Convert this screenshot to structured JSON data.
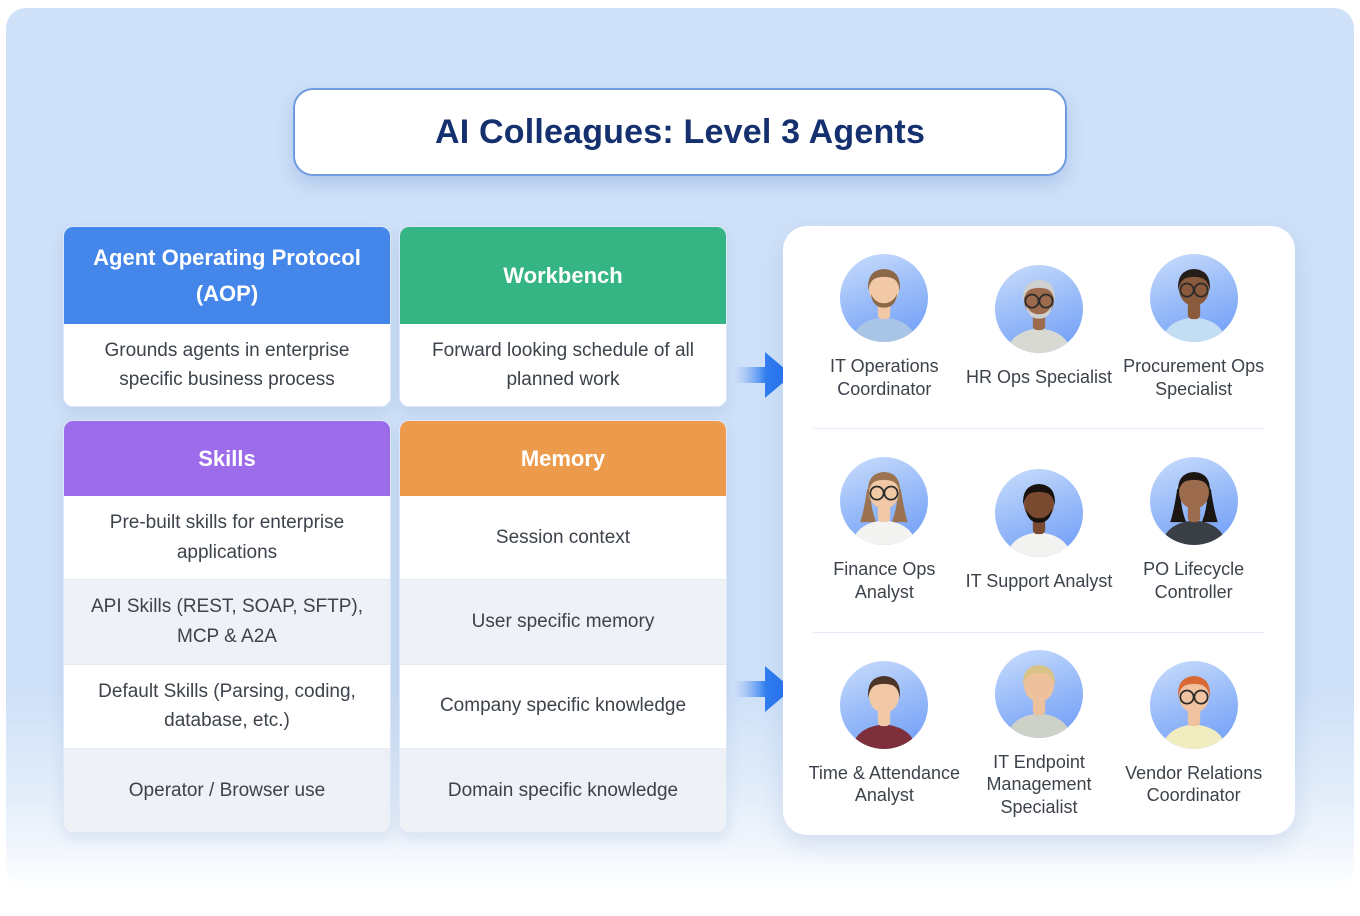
{
  "title": {
    "text": "AI Colleagues: Level 3 Agents"
  },
  "cards": [
    {
      "id": "aop",
      "header": "Agent Operating Protocol (AOP)",
      "header_color": "#4486E9",
      "rows": [
        "Grounds agents in enterprise specific business process"
      ]
    },
    {
      "id": "workbench",
      "header": "Workbench",
      "header_color": "#35B584",
      "rows": [
        "Forward looking schedule of all planned work"
      ]
    },
    {
      "id": "skills",
      "header": "Skills",
      "header_color": "#9C6CEA",
      "rows": [
        "Pre-built skills for enterprise applications",
        "API Skills (REST, SOAP, SFTP), MCP & A2A",
        "Default Skills (Parsing, coding, database, etc.)",
        "Operator / Browser use"
      ]
    },
    {
      "id": "memory",
      "header": "Memory",
      "header_color": "#EC9B4C",
      "rows": [
        "Session context",
        "User specific memory",
        "Company specific knowledge",
        "Domain specific knowledge"
      ]
    }
  ],
  "agents": [
    {
      "role": "IT Operations Coordinator",
      "skin": "#f2c9a6",
      "hair": "#8a6848",
      "shirt": "#a9c5e6",
      "glasses": false,
      "beard": true,
      "hairstyle": "short"
    },
    {
      "role": "HR Ops Specialist",
      "skin": "#9c6b4d",
      "hair": "#cfcfcf",
      "shirt": "#d9d9d3",
      "glasses": true,
      "beard": true,
      "hairstyle": "short"
    },
    {
      "role": "Procurement Ops Specialist",
      "skin": "#8a5a3c",
      "hair": "#241d18",
      "shirt": "#c3ddf2",
      "glasses": true,
      "beard": false,
      "hairstyle": "short"
    },
    {
      "role": "Finance Ops Analyst",
      "skin": "#f2c9a6",
      "hair": "#9b7350",
      "shirt": "#f3f3f1",
      "glasses": true,
      "beard": false,
      "hairstyle": "long"
    },
    {
      "role": "IT Support Analyst",
      "skin": "#7a4a30",
      "hair": "#17120e",
      "shirt": "#f2f2f0",
      "glasses": false,
      "beard": true,
      "hairstyle": "short"
    },
    {
      "role": "PO Lifecycle Controller",
      "skin": "#9c6b4d",
      "hair": "#1c1613",
      "shirt": "#3a3f46",
      "glasses": false,
      "beard": false,
      "hairstyle": "long"
    },
    {
      "role": "Time & Attendance Analyst",
      "skin": "#f2c9a6",
      "hair": "#4a3526",
      "shirt": "#7d2f3c",
      "glasses": false,
      "beard": false,
      "hairstyle": "short"
    },
    {
      "role": "IT Endpoint Management Specialist",
      "skin": "#edc19b",
      "hair": "#d8c388",
      "shirt": "#ced1c8",
      "glasses": false,
      "beard": false,
      "hairstyle": "short"
    },
    {
      "role": "Vendor Relations Coordinator",
      "skin": "#f0c2a0",
      "hair": "#d96a35",
      "shirt": "#f2edc0",
      "glasses": true,
      "beard": false,
      "hairstyle": "short"
    }
  ],
  "colors": {
    "background": "#CFE1F8",
    "title_text": "#15306E",
    "title_border": "#6E9CE0",
    "body_text": "#3D434B",
    "row_alt": "#EEF1F6",
    "divider": "#E7E9F8",
    "arrow_blue": "#1C6BF2",
    "avatar_gradient_top": "#CADEFC",
    "avatar_gradient_bottom": "#6D9BF7",
    "panel_background": "#FFFFFF"
  }
}
